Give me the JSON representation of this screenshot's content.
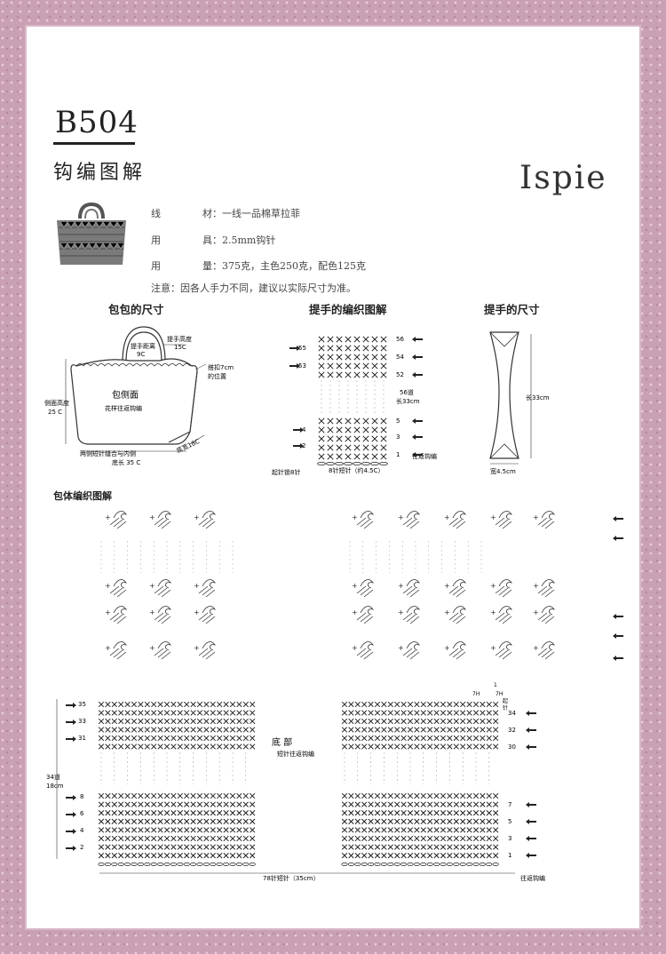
{
  "header": {
    "code": "B504",
    "subtitle": "钩编图解",
    "brand": "Ispie"
  },
  "materials": [
    {
      "key": "线",
      "value": "材：一线一品棉草拉菲"
    },
    {
      "key": "用",
      "value": "具：2.5mm钩针"
    },
    {
      "key": "用",
      "value": "量：375克，主色250克，配色125克"
    }
  ],
  "note": "注意：因各人手力不同，建议以实际尺寸为准。",
  "sections": {
    "bag_size": "包包的尺寸",
    "handle_chart": "提手的编织图解",
    "handle_size": "提手的尺寸",
    "body_chart": "包体编织图解"
  },
  "bag_size": {
    "handle_spacing": "提手距离",
    "handle_spacing_val": "9C",
    "handle_height": "提手高度",
    "handle_height_val": "15C",
    "handle_pos": "搭扣7cm",
    "handle_pos2": "的位置",
    "side_label": "包侧面",
    "side_note": "花样往返钩编",
    "side_height": "侧面高度",
    "side_height_val": "25 C",
    "join_note": "两侧短针缝合与内侧",
    "bottom_len": "底长 35 C",
    "bottom_wid": "底宽18C"
  },
  "handle_chart": {
    "rows_left_top": [
      "55",
      "53"
    ],
    "rows_right_top": [
      "56",
      "54",
      "52"
    ],
    "rows_left_bottom": [
      "4",
      "2"
    ],
    "rows_right_bottom": [
      "5",
      "3",
      "1"
    ],
    "mid_note": "56道",
    "mid_note2": "长33cm",
    "start": "起针锁8针",
    "count": "8针短针（约4.5C）",
    "turn": "往返钩编"
  },
  "handle_size": {
    "length": "长33cm",
    "width": "宽4.5cm"
  },
  "body_chart": {
    "rows_left_top": [
      "35",
      "33",
      "31"
    ],
    "rows_right_top": [
      "34",
      "32",
      "30"
    ],
    "rows_left_bottom": [
      "8",
      "6",
      "4",
      "2"
    ],
    "rows_right_bottom": [
      "7",
      "5",
      "3",
      "1"
    ],
    "height": "34道",
    "height2": "18cm",
    "bottom_label": "底 部",
    "bottom_note": "短针往返钩编",
    "count": "78针短针（35cm）",
    "turn": "往返钩编",
    "mark_7a": "7H",
    "mark_7b": "7H",
    "mark_1": "1",
    "mark_start": "起",
    "mark_start2": "针"
  }
}
